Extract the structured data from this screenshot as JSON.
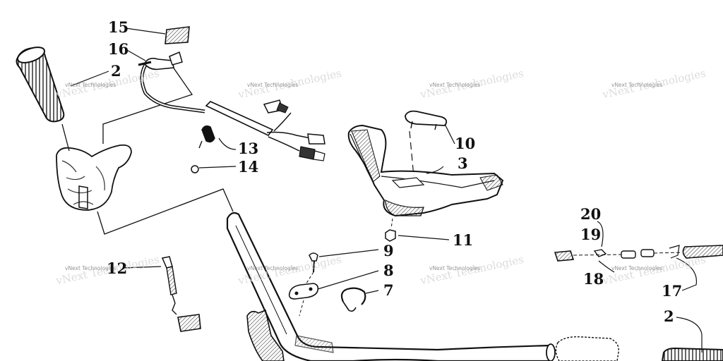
{
  "diagram": {
    "callouts": {
      "c15": "15",
      "c16": "16",
      "c2a": "2",
      "c13": "13",
      "c14": "14",
      "c10": "10",
      "c3": "3",
      "c11": "11",
      "c9": "9",
      "c8": "8",
      "c7": "7",
      "c12": "12",
      "c20": "20",
      "c19": "19",
      "c18": "18",
      "c17": "17",
      "c2b": "2"
    },
    "watermark": "vNext Technologies"
  },
  "colors": {
    "ink": "#111111",
    "hatch": "#444444",
    "watermark": "#8a8a8a",
    "background": "#ffffff"
  }
}
